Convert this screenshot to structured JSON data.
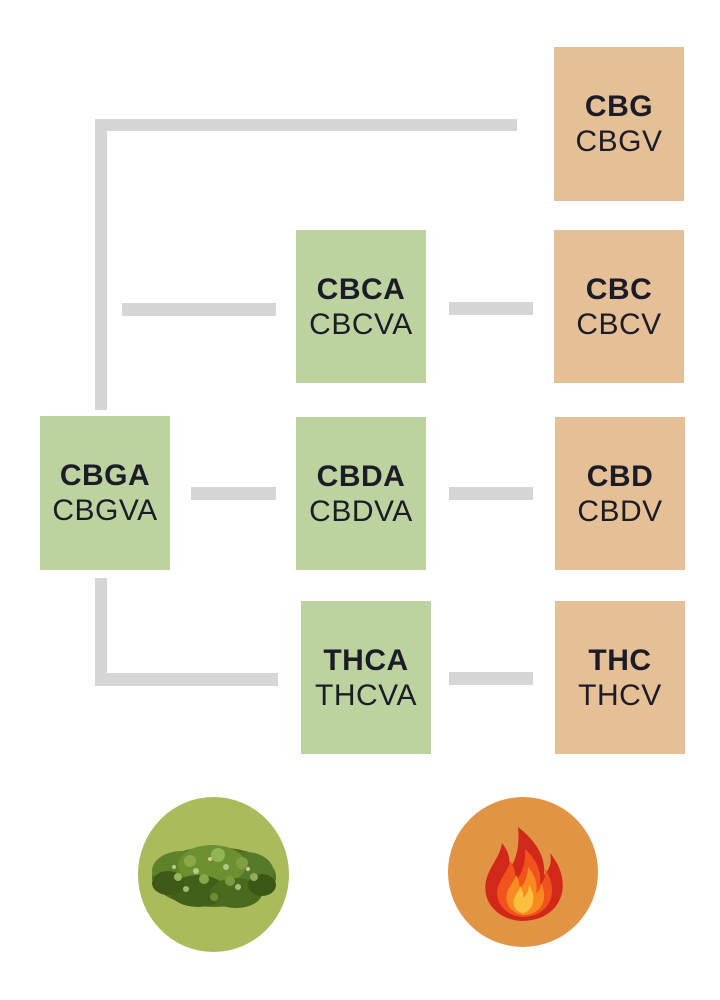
{
  "nodes": {
    "cbga": {
      "primary": "CBGA",
      "secondary": "CBGVA"
    },
    "cbca": {
      "primary": "CBCA",
      "secondary": "CBCVA"
    },
    "cbda": {
      "primary": "CBDA",
      "secondary": "CBDVA"
    },
    "thca": {
      "primary": "THCA",
      "secondary": "THCVA"
    },
    "cbg": {
      "primary": "CBG",
      "secondary": "CBGV"
    },
    "cbc": {
      "primary": "CBC",
      "secondary": "CBCV"
    },
    "cbd": {
      "primary": "CBD",
      "secondary": "CBDV"
    },
    "thc": {
      "primary": "THC",
      "secondary": "THCV"
    }
  },
  "colors": {
    "acid": "#bcd3a0",
    "neutral": "#e5bf95",
    "connector": "#d6d6d6",
    "text": "#1c1c28",
    "raw_badge": "#a9bb5b",
    "heat_badge": "#e19444"
  },
  "badges": {
    "left": "cannabis-bud-icon",
    "right": "fire-icon"
  }
}
